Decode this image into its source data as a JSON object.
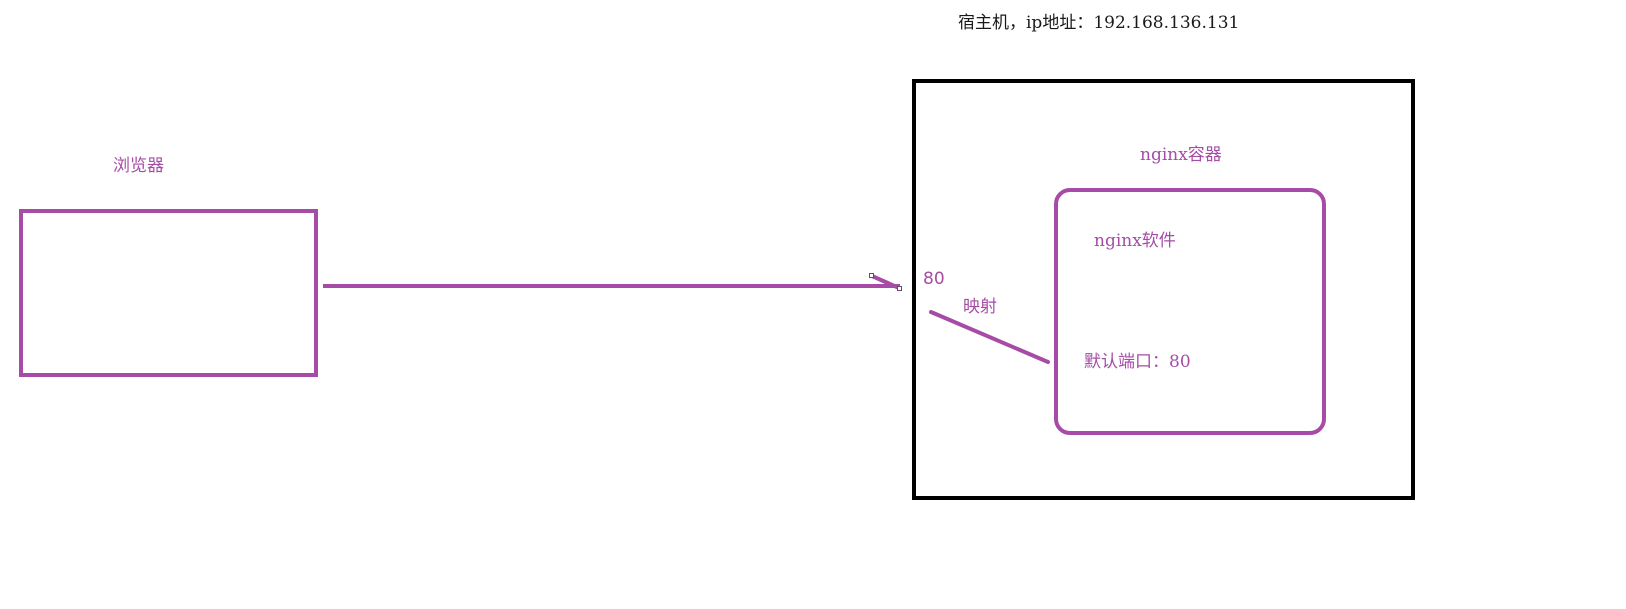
{
  "host": {
    "label": "宿主机，ip地址：192.168.136.131"
  },
  "browser": {
    "label": "浏览器"
  },
  "container": {
    "label": "nginx容器"
  },
  "software": {
    "label": "nginx软件",
    "port_label": "默认端口：80"
  },
  "mapping": {
    "host_port": "80",
    "label": "映射"
  },
  "colors": {
    "accent": "#a64ca6",
    "host_border": "#000000",
    "text_dark": "#1a1a1a"
  }
}
